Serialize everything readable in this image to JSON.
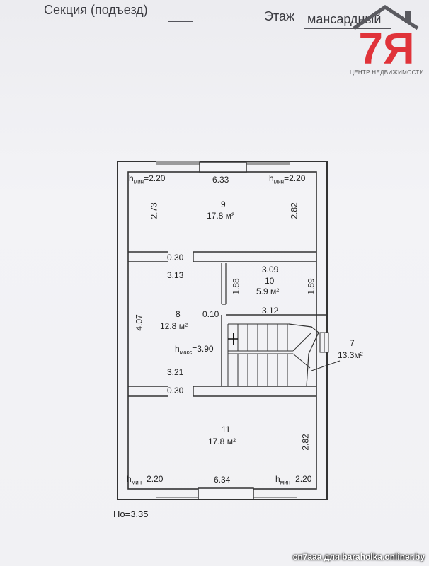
{
  "header": {
    "section_label": "Секция (подъезд)",
    "floor_label": "Этаж",
    "floor_value": "мансардный"
  },
  "logo": {
    "mark": "7Я",
    "caption": "ЦЕНТР НЕДВИЖИМОСТИ",
    "color": "#e0333a"
  },
  "plan": {
    "room9": {
      "number": "9",
      "area": "17.8 м²",
      "width": "6.33",
      "left_dim": "2.73",
      "right_dim": "2.82",
      "h_left": "2.20",
      "h_right": "2.20"
    },
    "wall_top": "0.30",
    "room8": {
      "number": "8",
      "area": "12.8 м²",
      "top_dim": "3.13",
      "left_dim": "4.07",
      "bottom_dim": "3.21",
      "partition": "0.10",
      "hmax": "3.90"
    },
    "room10": {
      "number": "10",
      "area": "5.9 м²",
      "top_dim": "3.09",
      "left_dim": "1.88",
      "right_dim": "1.89",
      "bottom_dim": "3.12"
    },
    "room7": {
      "number": "7",
      "area": "13.3м²"
    },
    "wall_bottom": "0.30",
    "room11": {
      "number": "11",
      "area": "17.8 м²",
      "width": "6.34",
      "right_dim": "2.82",
      "h_left": "2.20",
      "h_right": "2.20"
    },
    "h_prefix": "h",
    "h_min_sub": "мин",
    "h_max_sub": "макс",
    "h_eq": "=",
    "height_total": "Hо=3.35"
  },
  "watermark": "cn7aaa для baraholka.onliner.by"
}
